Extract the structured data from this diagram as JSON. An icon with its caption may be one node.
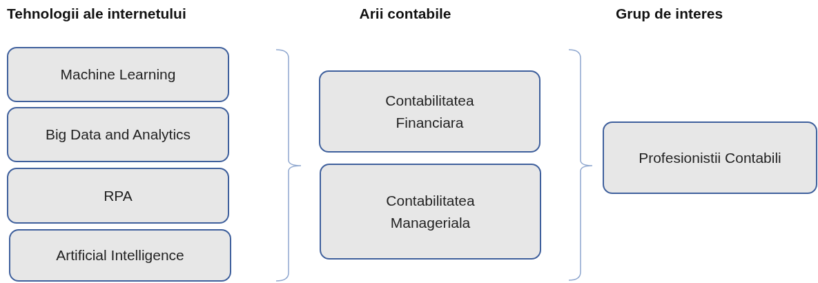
{
  "diagram": {
    "nodes": [
      {
        "text": [
          "Machine Learning"
        ]
      },
      {
        "text": [
          "Big Data and Analytics"
        ]
      },
      {
        "text": [
          "RPA"
        ]
      },
      {
        "text": [
          "Artificial Intelligence"
        ]
      },
      {
        "text": [
          "Contabilitatea Financiara"
        ]
      },
      {
        "text": [
          "Contabilitatea Manageriala"
        ]
      },
      {
        "text": [
          "Profesionistii Contabili"
        ]
      }
    ],
    "labels": [
      "Tehnologii ale internetului",
      "Arii contabile",
      "Grup de interes"
    ]
  }
}
